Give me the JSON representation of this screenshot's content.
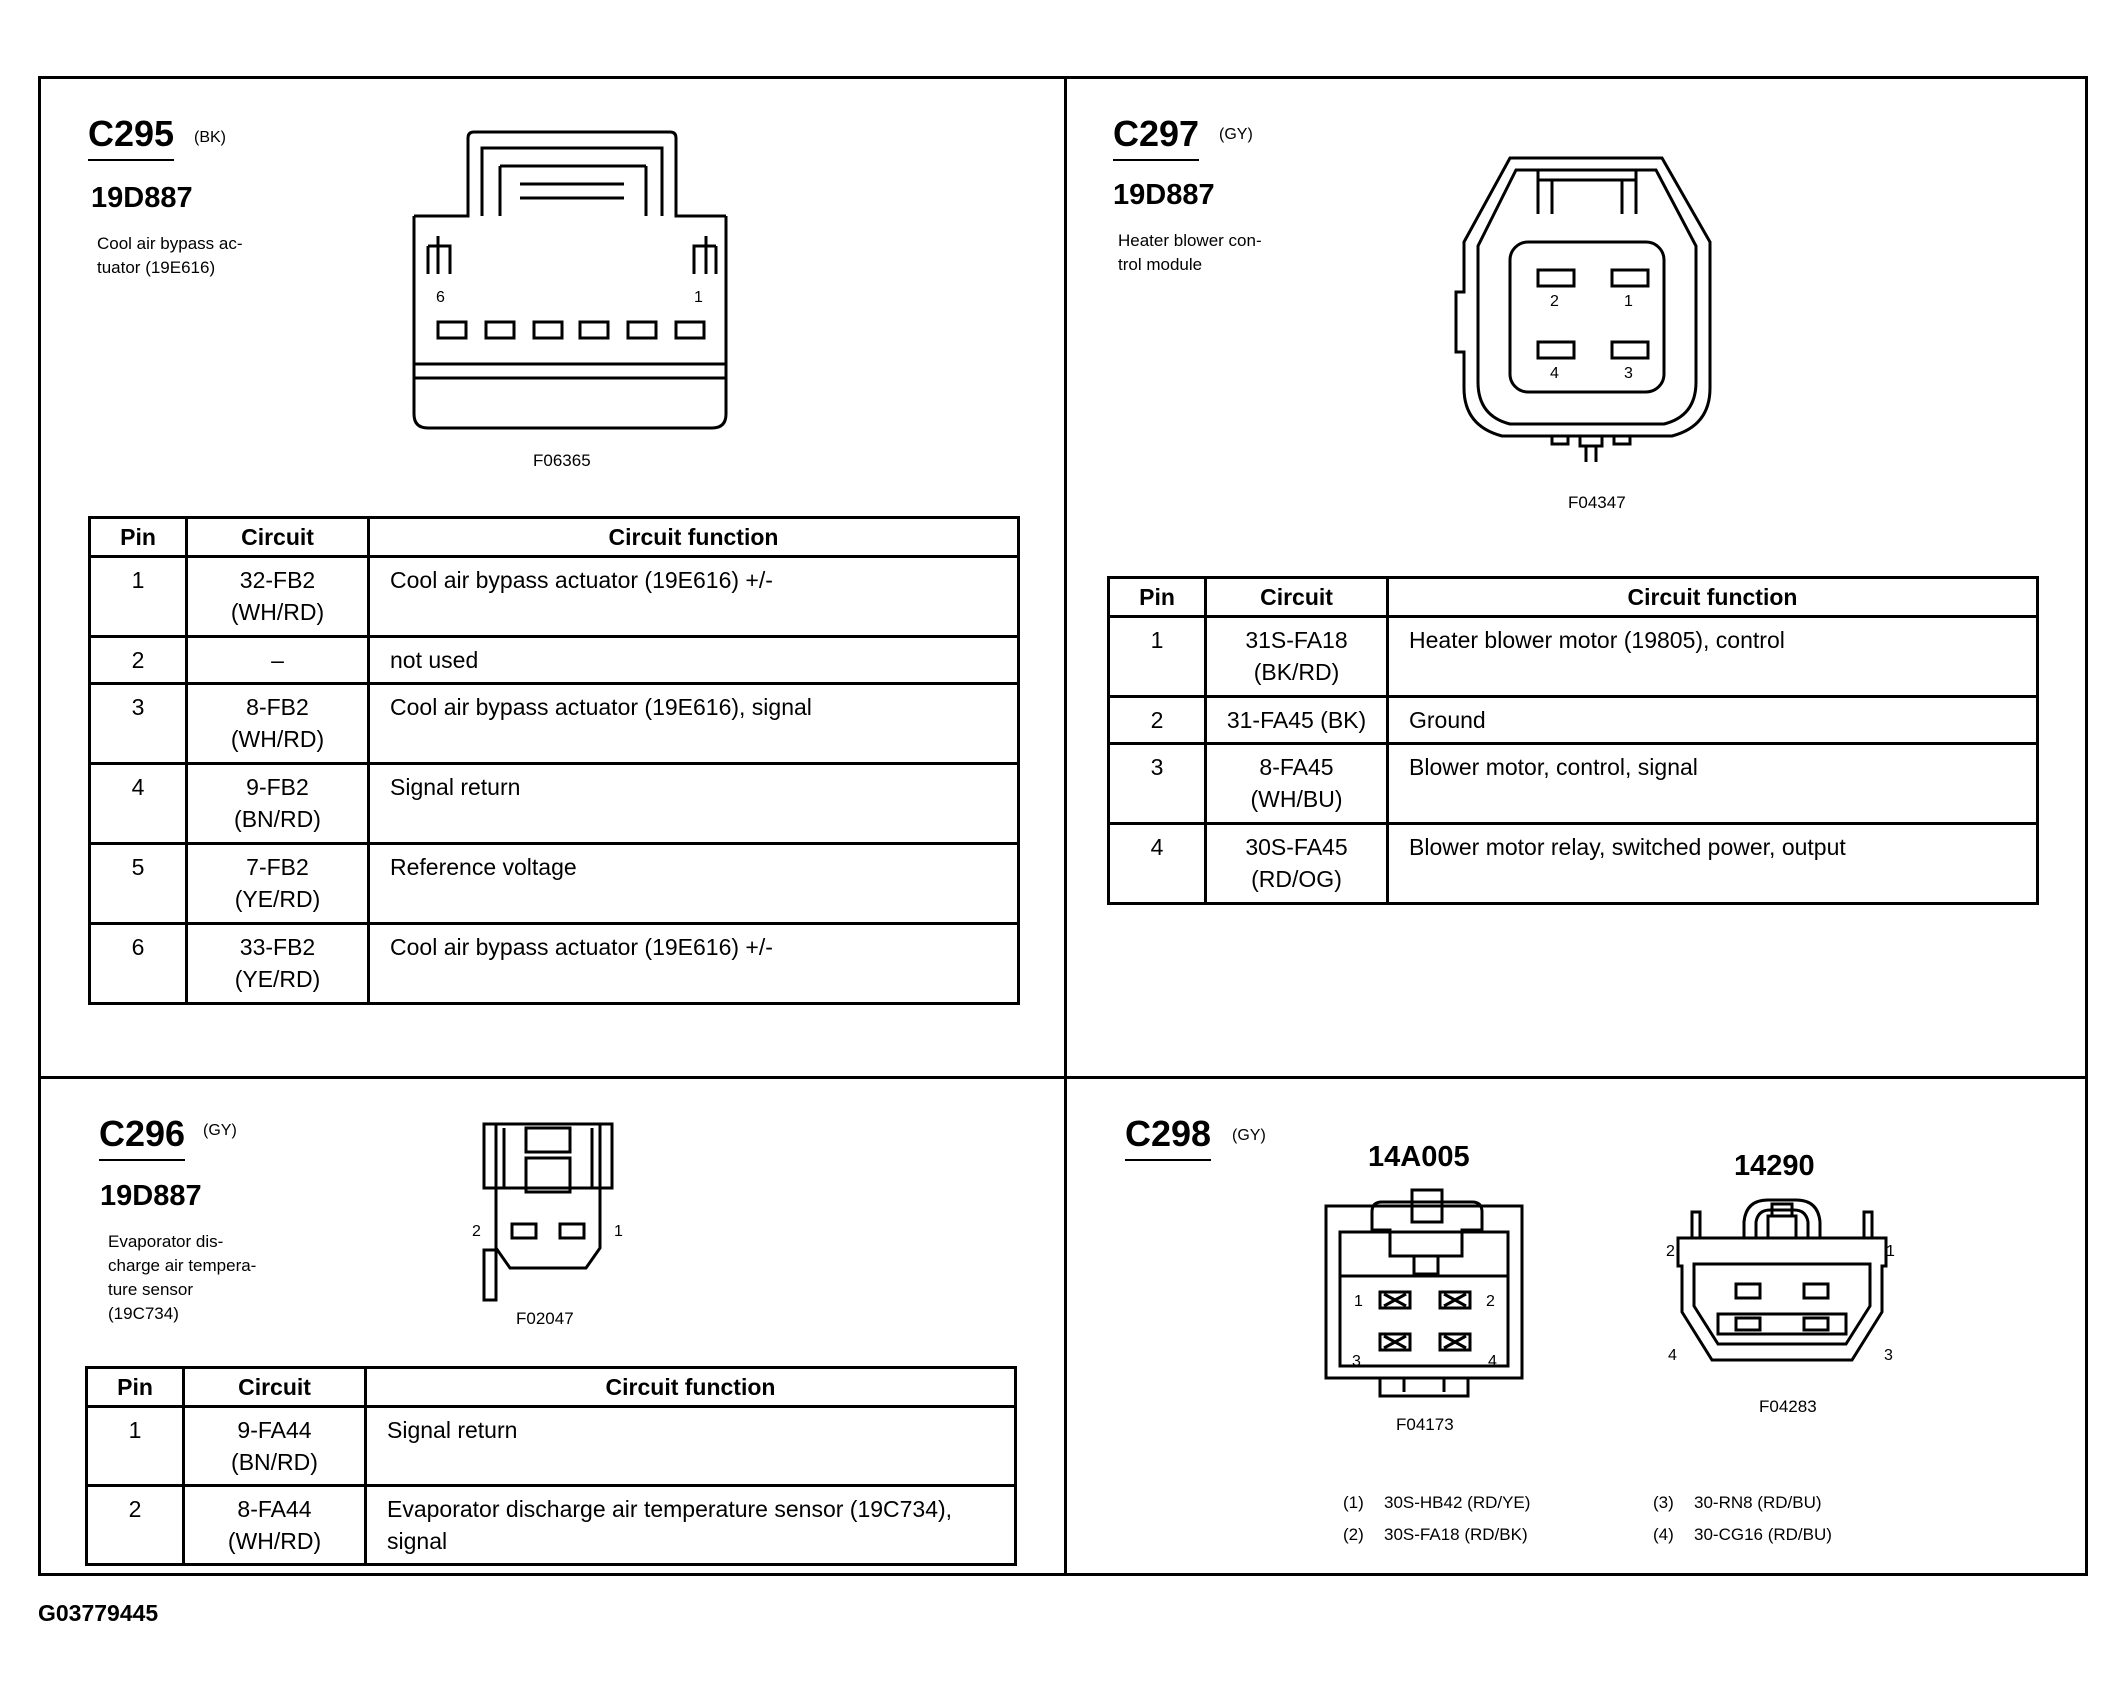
{
  "figure_code": "G03779445",
  "headers": {
    "pin": "Pin",
    "circuit": "Circuit",
    "function": "Circuit function"
  },
  "c295": {
    "id": "C295",
    "color": "(BK)",
    "part": "19D887",
    "desc": "Cool air bypass ac-\ntuator (19E616)",
    "fig": "F06365",
    "pin_left": "6",
    "pin_right": "1",
    "rows": [
      {
        "pin": "1",
        "circuit": "32-FB2\n(WH/RD)",
        "function": "Cool air bypass actuator (19E616) +/-"
      },
      {
        "pin": "2",
        "circuit": "–",
        "function": "not used"
      },
      {
        "pin": "3",
        "circuit": "8-FB2\n(WH/RD)",
        "function": "Cool air bypass actuator (19E616), signal"
      },
      {
        "pin": "4",
        "circuit": "9-FB2\n(BN/RD)",
        "function": "Signal return"
      },
      {
        "pin": "5",
        "circuit": "7-FB2\n(YE/RD)",
        "function": "Reference voltage"
      },
      {
        "pin": "6",
        "circuit": "33-FB2\n(YE/RD)",
        "function": "Cool air bypass actuator (19E616) +/-"
      }
    ]
  },
  "c297": {
    "id": "C297",
    "color": "(GY)",
    "part": "19D887",
    "desc": "Heater blower con-\ntrol module",
    "fig": "F04347",
    "pins": [
      "1",
      "2",
      "3",
      "4"
    ],
    "rows": [
      {
        "pin": "1",
        "circuit": "31S-FA18\n(BK/RD)",
        "function": "Heater blower motor (19805), control"
      },
      {
        "pin": "2",
        "circuit": "31-FA45 (BK)",
        "function": "Ground"
      },
      {
        "pin": "3",
        "circuit": "8-FA45\n(WH/BU)",
        "function": "Blower motor, control, signal"
      },
      {
        "pin": "4",
        "circuit": "30S-FA45\n(RD/OG)",
        "function": "Blower motor relay, switched power, output"
      }
    ]
  },
  "c296": {
    "id": "C296",
    "color": "(GY)",
    "part": "19D887",
    "desc": "Evaporator dis-\ncharge air tempera-\nture sensor\n(19C734)",
    "fig": "F02047",
    "pin_left": "2",
    "pin_right": "1",
    "rows": [
      {
        "pin": "1",
        "circuit": "9-FA44\n(BN/RD)",
        "function": "Signal return"
      },
      {
        "pin": "2",
        "circuit": "8-FA44\n(WH/RD)",
        "function": "Evaporator discharge air temperature sensor (19C734),\nsignal"
      }
    ]
  },
  "c298": {
    "id": "C298",
    "color": "(GY)",
    "left_part": "14A005",
    "left_fig": "F04173",
    "right_part": "14290",
    "right_fig": "F04283",
    "pins": [
      "1",
      "2",
      "3",
      "4"
    ],
    "legend": [
      {
        "num": "(1)",
        "text": "30S-HB42 (RD/YE)"
      },
      {
        "num": "(2)",
        "text": "30S-FA18 (RD/BK)"
      },
      {
        "num": "(3)",
        "text": "30-RN8 (RD/BU)"
      },
      {
        "num": "(4)",
        "text": "30-CG16 (RD/BU)"
      }
    ]
  }
}
